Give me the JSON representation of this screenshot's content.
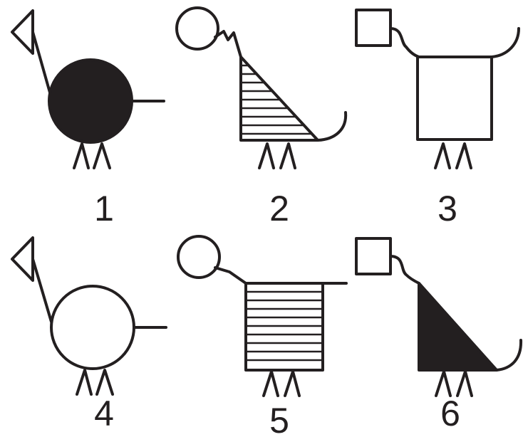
{
  "colors": {
    "ink": "#231f20",
    "background": "#ffffff"
  },
  "figures": [
    {
      "label": "1",
      "head": "triangle",
      "body": "circle",
      "fill": "solid"
    },
    {
      "label": "2",
      "head": "circle",
      "body": "right-triangle",
      "fill": "striped"
    },
    {
      "label": "3",
      "head": "square",
      "body": "square",
      "fill": "empty"
    },
    {
      "label": "4",
      "head": "triangle",
      "body": "circle",
      "fill": "empty"
    },
    {
      "label": "5",
      "head": "circle",
      "body": "square",
      "fill": "striped"
    },
    {
      "label": "6",
      "head": "square",
      "body": "right-triangle",
      "fill": "solid"
    }
  ]
}
